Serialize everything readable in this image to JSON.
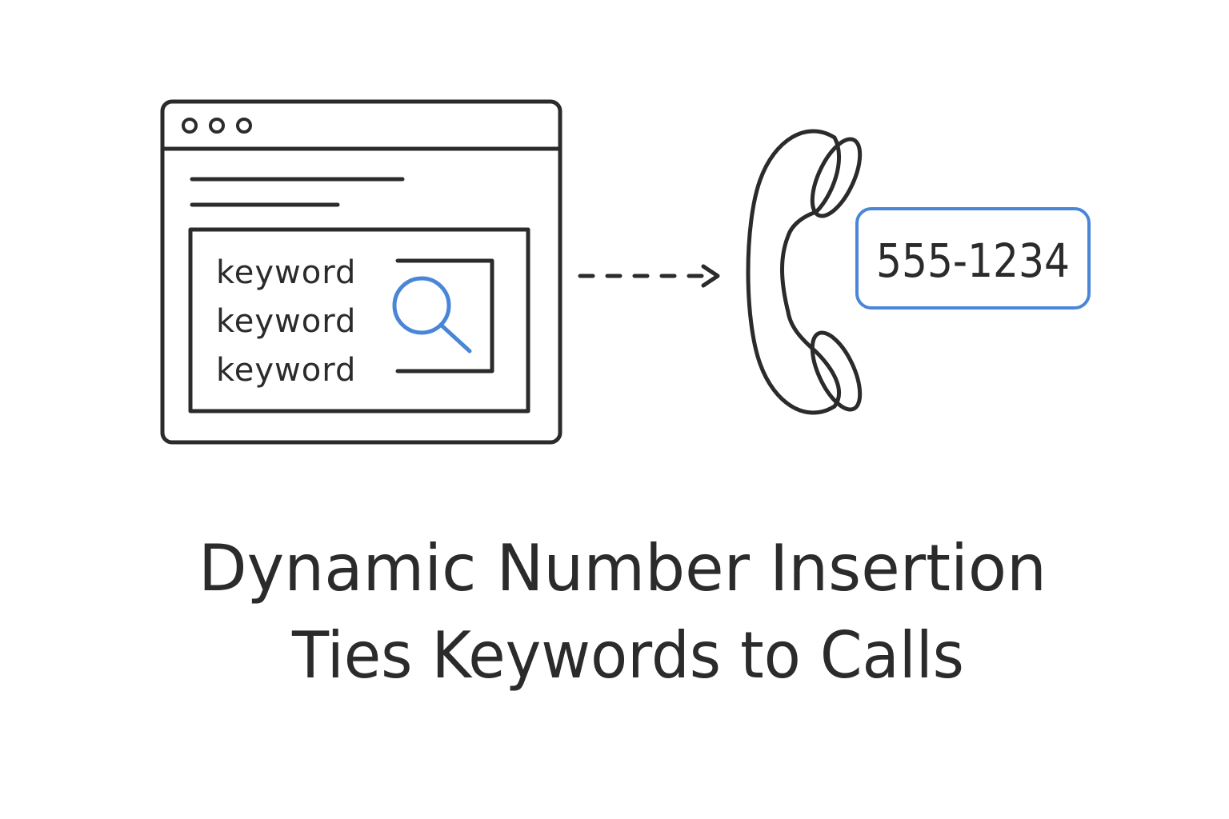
{
  "browser": {
    "keywords": [
      "keyword",
      "keyword",
      "keyword"
    ]
  },
  "phone": {
    "number": "555-1234"
  },
  "title": {
    "line1": "Dynamic Number Insertion",
    "line2": "Ties Keywords to Calls"
  },
  "colors": {
    "ink": "#2b2b2b",
    "accent": "#4a86d8"
  }
}
